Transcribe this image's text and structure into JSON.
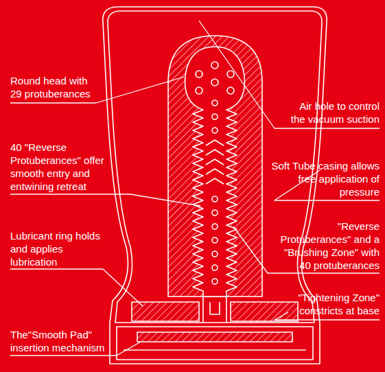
{
  "diagram": {
    "labels": [
      "Round head with 29 protuberances",
      "40 \"Reverse Protuberances\" offer smooth entry and entwining retreat",
      "Lubricant ring holds and applies lubrication",
      "The\"Smooth Pad\" insertion mechanism",
      "Air hole to control the vacuum suction",
      "Soft Tube casing allows free application of pressure",
      "\"Reverse Protuberances\" and a \"Brushing Zone\" with 40 protuberances",
      "\"Tightening Zone\" constricts at base"
    ]
  }
}
